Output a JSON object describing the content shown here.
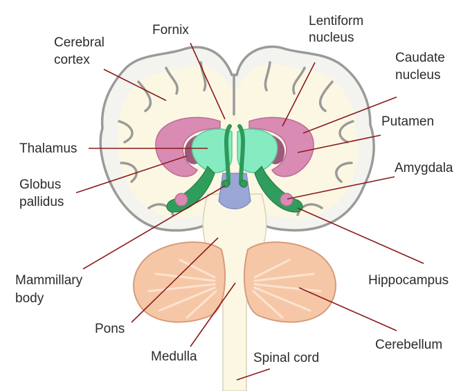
{
  "diagram": {
    "labels": {
      "fornix": "Fornix",
      "lentiform_1": "Lentiform",
      "lentiform_2": "nucleus",
      "cerebral_1": "Cerebral",
      "cerebral_2": "cortex",
      "caudate_1": "Caudate",
      "caudate_2": "nucleus",
      "putamen": "Putamen",
      "thalamus": "Thalamus",
      "globus_1": "Globus",
      "globus_2": "pallidus",
      "amygdala": "Amygdala",
      "mammillary_1": "Mammillary",
      "mammillary_2": "body",
      "hippocampus": "Hippocampus",
      "pons": "Pons",
      "medulla": "Medulla",
      "spinal_cord": "Spinal cord",
      "cerebellum": "Cerebellum"
    },
    "colors": {
      "leader": "#8b1a1a",
      "thalamus": "#86ebc0",
      "basal_ganglia": "#d98bb4",
      "hippocampus": "#2f9e5c",
      "cerebellum": "#f6c7a6",
      "white_matter": "#fbf7e3",
      "cortex_outline": "#9a9a9a"
    }
  }
}
